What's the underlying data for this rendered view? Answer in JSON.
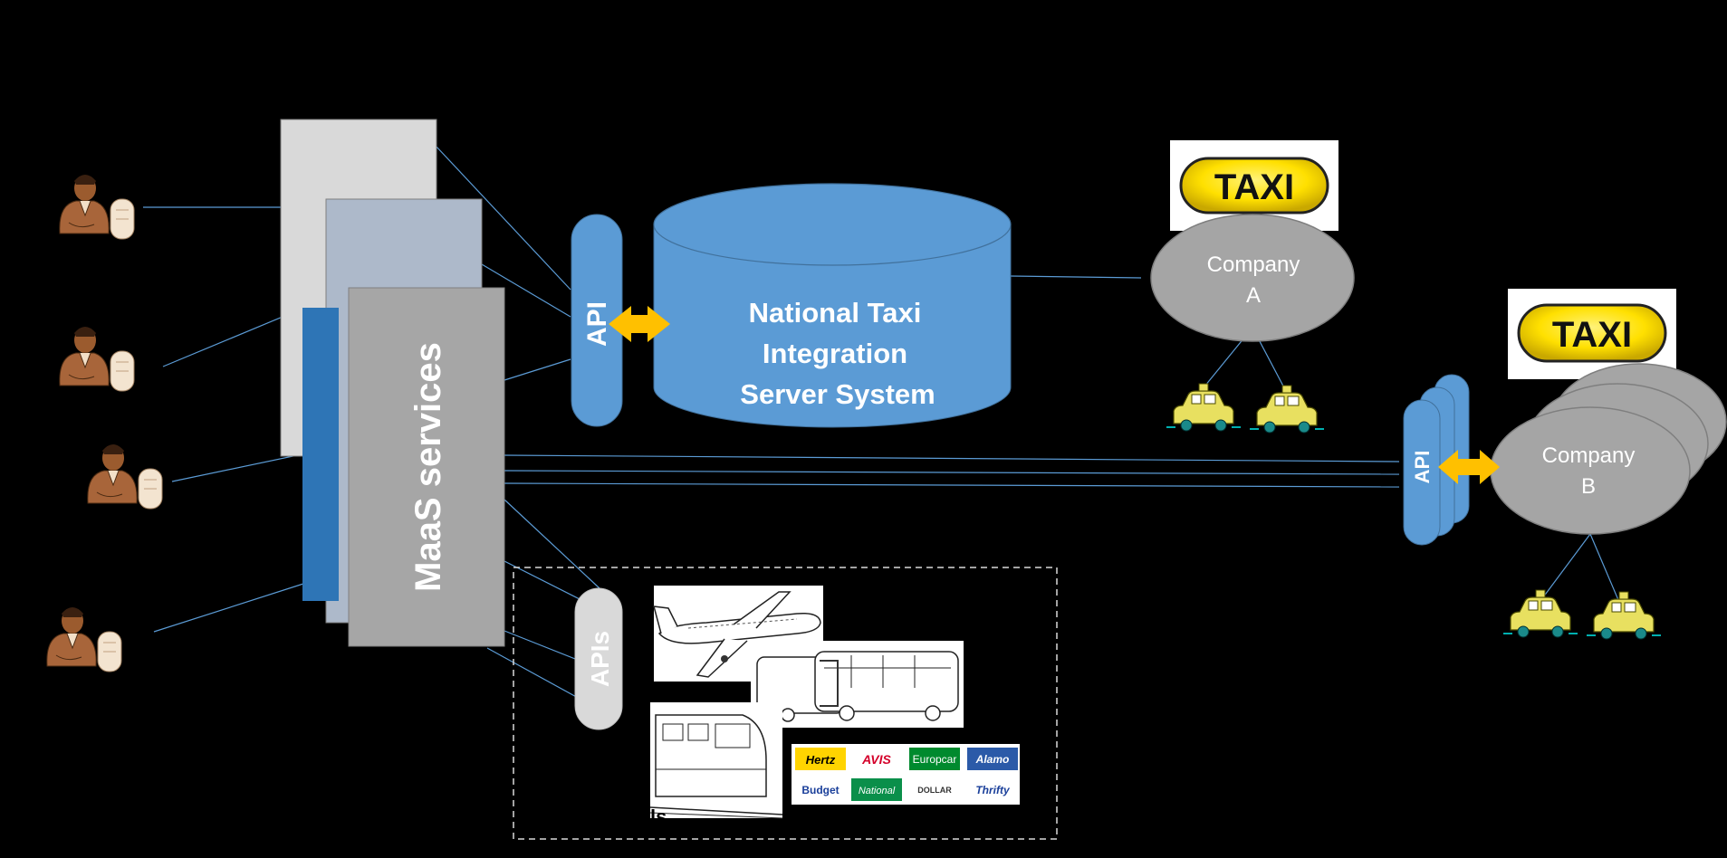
{
  "maas": {
    "label": "MaaS services"
  },
  "central": {
    "api_label": "API",
    "db_line1": "National Taxi",
    "db_line2": "Integration",
    "db_line3": "Server System"
  },
  "company_a": {
    "line1": "Company",
    "line2": "A",
    "logo_text": "TAXI"
  },
  "company_b": {
    "line1": "Company",
    "line2": "B",
    "logo_text": "TAXI",
    "api_label": "API"
  },
  "other_transport": {
    "apis_label": "APIs",
    "rental_brands": [
      "Hertz",
      "AVIS",
      "Europcar",
      "Alamo",
      "Budget",
      "National",
      "DOLLAR",
      "Thrifty"
    ],
    "truncated_text": "ls"
  },
  "colors": {
    "background": "#000000",
    "api_blue": "#5b9bd5",
    "dark_blue": "#2e75b6",
    "arrow_orange": "#ffc000",
    "company_gray": "#a5a5a5",
    "panel_light": "#d9d9d9",
    "panel_mid": "#adb9ca",
    "panel_dark": "#a6a6a6",
    "taxi_yellow": "#ffd700"
  }
}
